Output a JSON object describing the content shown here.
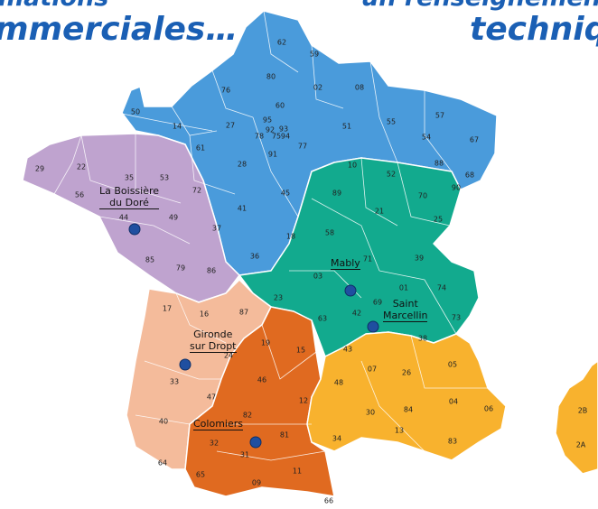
{
  "headings": {
    "left_line1": "mations",
    "left_line2": "mmerciales…",
    "right_line1": "un renseignemen",
    "right_line2": "techniq"
  },
  "colors": {
    "north": "#4a9bdb",
    "west": "#bfa3cf",
    "east": "#12aa8e",
    "southwest": "#f4bb9b",
    "south": "#e06a20",
    "southeast": "#f8b22e",
    "heading": "#1a5fb4",
    "marker": "#1f4fa0"
  },
  "departments": [
    "62",
    "59",
    "80",
    "76",
    "02",
    "08",
    "60",
    "50",
    "14",
    "27",
    "95",
    "92",
    "93",
    "94",
    "75",
    "78",
    "55",
    "57",
    "67",
    "51",
    "54",
    "77",
    "61",
    "91",
    "28",
    "10",
    "52",
    "88",
    "68",
    "22",
    "35",
    "53",
    "72",
    "29",
    "56",
    "44",
    "49",
    "89",
    "45",
    "70",
    "41",
    "21",
    "25",
    "37",
    "58",
    "18",
    "71",
    "39",
    "85",
    "79",
    "86",
    "36",
    "03",
    "01",
    "74",
    "17",
    "16",
    "87",
    "23",
    "69",
    "63",
    "42",
    "73",
    "38",
    "24",
    "19",
    "15",
    "43",
    "07",
    "26",
    "05",
    "33",
    "46",
    "48",
    "47",
    "12",
    "84",
    "04",
    "06",
    "82",
    "30",
    "13",
    "83",
    "40",
    "32",
    "81",
    "31",
    "34",
    "64",
    "65",
    "09",
    "11",
    "66",
    "2B",
    "2A",
    "90"
  ],
  "cities": [
    {
      "name": "La Boissière du Doré",
      "lines": [
        "La Boissière",
        "du Doré"
      ]
    },
    {
      "name": "Mably",
      "lines": [
        "Mably"
      ]
    },
    {
      "name": "Saint Marcellin",
      "lines": [
        "Saint",
        "Marcellin"
      ]
    },
    {
      "name": "Gironde sur Dropt",
      "lines": [
        "Gironde",
        "sur Dropt"
      ]
    },
    {
      "name": "Colomiers",
      "lines": [
        "Colomiers"
      ]
    }
  ]
}
